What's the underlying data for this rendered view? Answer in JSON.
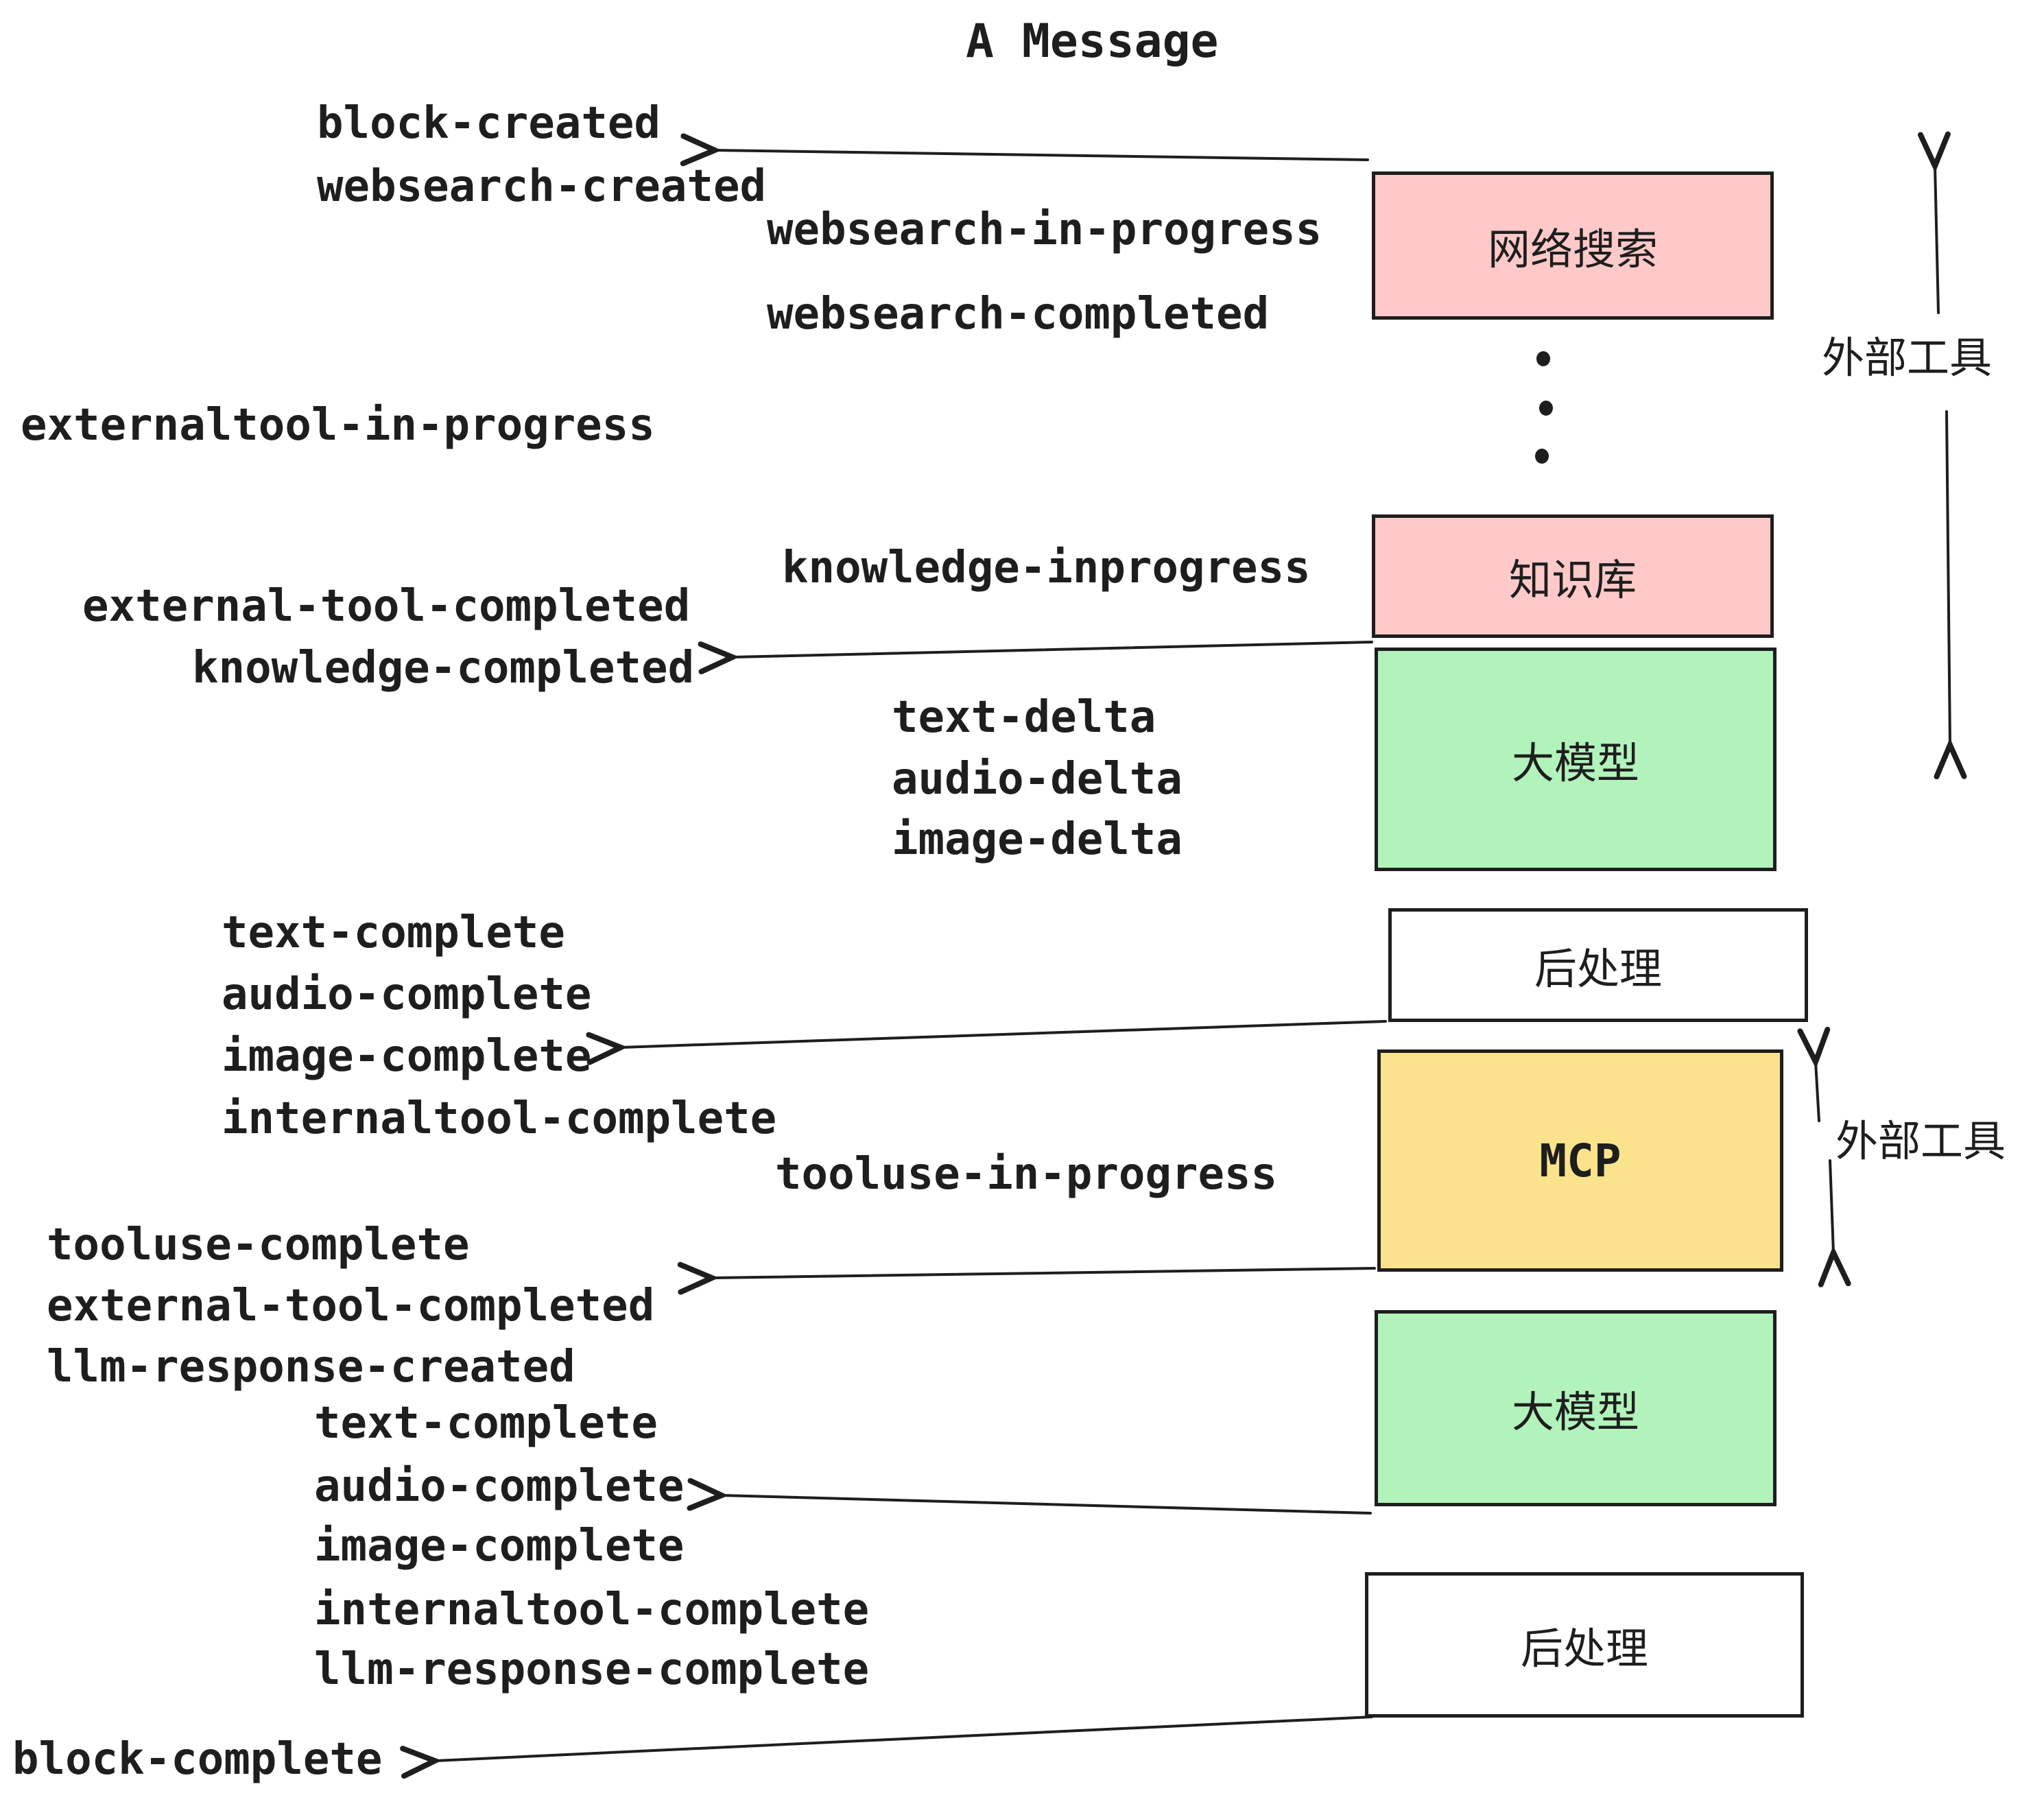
{
  "title": "A Message",
  "boxes": {
    "websearch": {
      "label": "网络搜索"
    },
    "knowledge": {
      "label": "知识库"
    },
    "llm_top": {
      "label": "大模型"
    },
    "post_top": {
      "label": "后处理"
    },
    "mcp": {
      "label": "MCP"
    },
    "llm_bottom": {
      "label": "大模型"
    },
    "post_bottom": {
      "label": "后处理"
    }
  },
  "annotations": {
    "external_tools_top": "外部工具",
    "external_tools_bottom": "外部工具"
  },
  "events": {
    "block_created": "block-created",
    "websearch_created": "websearch-created",
    "websearch_in_progress": "websearch-in-progress",
    "websearch_completed": "websearch-completed",
    "externaltool_in_progress": "externaltool-in-progress",
    "knowledge_inprogress": "knowledge-inprogress",
    "external_tool_completed_1": "external-tool-completed",
    "knowledge_completed": "knowledge-completed",
    "text_delta_1": "text-delta",
    "audio_delta_1": "audio-delta",
    "image_delta_1": "image-delta",
    "text_complete_1": "text-complete",
    "audio_complete_1": "audio-complete",
    "image_complete_1": "image-complete",
    "internaltool_complete_1": "internaltool-complete",
    "tooluse_in_progress": "tooluse-in-progress",
    "tooluse_complete": "tooluse-complete",
    "external_tool_completed_2": "external-tool-completed",
    "llm_response_created": "llm-response-created",
    "text_complete_2": "text-complete",
    "audio_complete_2": "audio-complete",
    "image_complete_2": "image-complete",
    "internaltool_complete_2": "internaltool-complete",
    "llm_response_complete": "llm-response-complete",
    "block_complete": "block-complete"
  },
  "colors": {
    "pink": "#FFC9C9",
    "green": "#B2F2BB",
    "yellow": "#FAE38C",
    "stroke": "#1E1E1E",
    "background": "#FFFFFF"
  }
}
